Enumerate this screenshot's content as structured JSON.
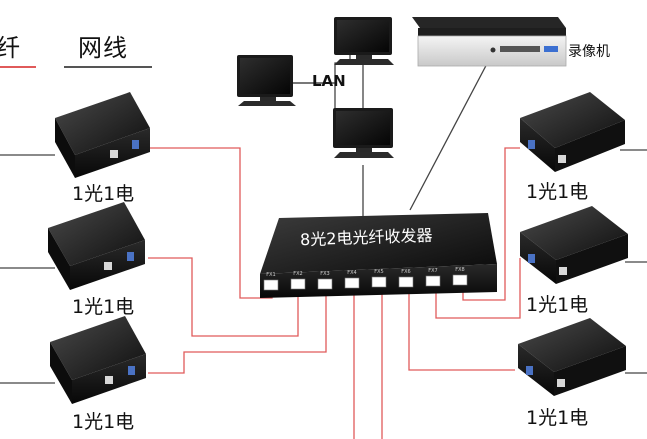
{
  "legend": {
    "fiber_label_partial": "纤",
    "cable_label": "网线"
  },
  "network": {
    "lan_label": "LAN",
    "nvr_label": "录像机"
  },
  "switch": {
    "label": "8光2电光纤收发器",
    "port_labels": [
      "FX1",
      "FX2",
      "FX3",
      "FX4",
      "FX5",
      "FX6",
      "FX7",
      "FX8"
    ]
  },
  "converters": {
    "left": [
      {
        "label": "1光1电"
      },
      {
        "label": "1光1电"
      },
      {
        "label": "1光1电"
      }
    ],
    "right": [
      {
        "label": "1光1电"
      },
      {
        "label": "1光1电"
      },
      {
        "label": "1光1电"
      }
    ]
  },
  "colors": {
    "fiber": "#e05a5a",
    "cable": "#333333",
    "device": "#1b1b1b"
  }
}
